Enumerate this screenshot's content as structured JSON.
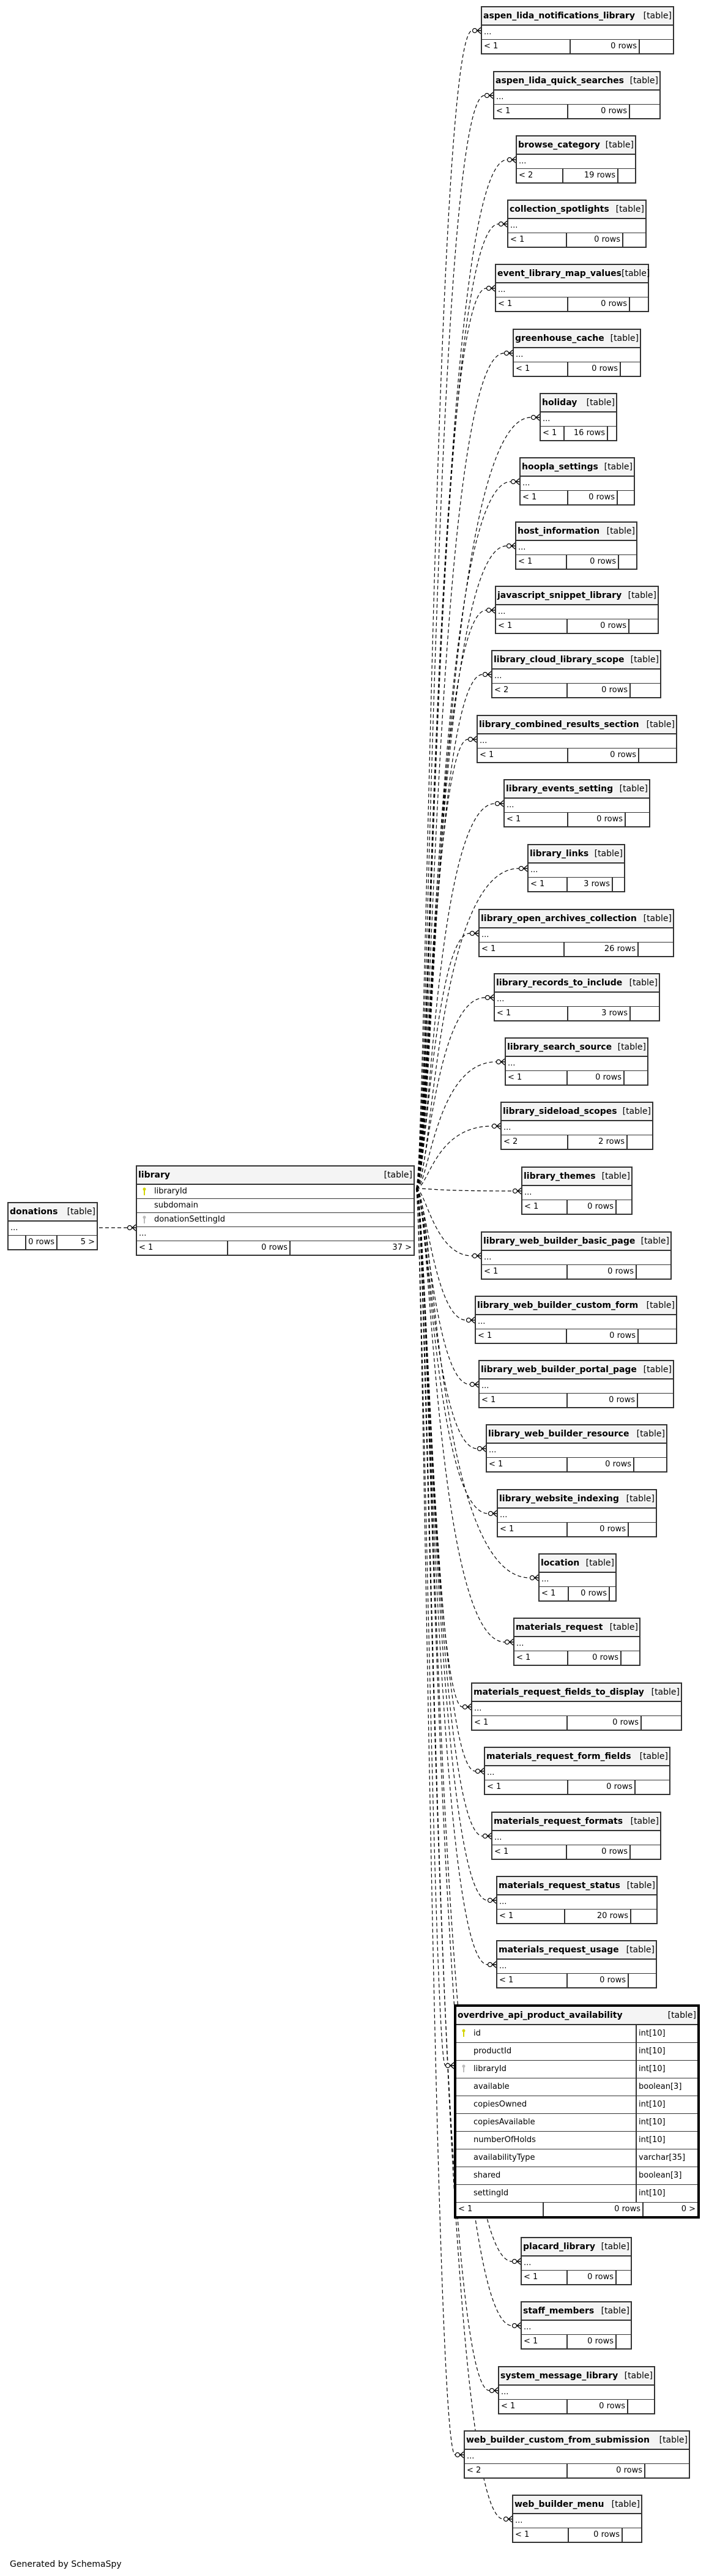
{
  "footer": "Generated by SchemaSpy",
  "labels": {
    "table_tag": "[table]",
    "ellipsis": "..."
  },
  "colors": {
    "primary_key": "#d4d400",
    "foreign_key": "#bbbbbb",
    "header_bg": "#f4f4f4",
    "border": "#333333"
  },
  "focus_table": {
    "name": "overdrive_api_product_availability",
    "columns": [
      {
        "name": "id",
        "type": "int[10]",
        "key": "primary"
      },
      {
        "name": "productId",
        "type": "int[10]",
        "key": ""
      },
      {
        "name": "libraryId",
        "type": "int[10]",
        "key": "foreign"
      },
      {
        "name": "available",
        "type": "boolean[3]",
        "key": ""
      },
      {
        "name": "copiesOwned",
        "type": "int[10]",
        "key": ""
      },
      {
        "name": "copiesAvailable",
        "type": "int[10]",
        "key": ""
      },
      {
        "name": "numberOfHolds",
        "type": "int[10]",
        "key": ""
      },
      {
        "name": "availabilityType",
        "type": "varchar[35]",
        "key": ""
      },
      {
        "name": "shared",
        "type": "boolean[3]",
        "key": ""
      },
      {
        "name": "settingId",
        "type": "int[10]",
        "key": ""
      }
    ],
    "parents": "< 1",
    "rows": "0 rows",
    "children": "0 >"
  },
  "library_table": {
    "name": "library",
    "columns": [
      {
        "name": "libraryId",
        "key": "primary"
      },
      {
        "name": "subdomain",
        "key": ""
      },
      {
        "name": "donationSettingId",
        "key": "foreign"
      }
    ],
    "parents": "< 1",
    "rows": "0 rows",
    "children": "37 >"
  },
  "donations_table": {
    "name": "donations",
    "parents": "",
    "rows": "0 rows",
    "children": "5 >"
  },
  "child_tables": [
    {
      "name": "aspen_lida_notifications_library",
      "parents": "< 1",
      "rows": "0 rows"
    },
    {
      "name": "aspen_lida_quick_searches",
      "parents": "< 1",
      "rows": "0 rows"
    },
    {
      "name": "browse_category",
      "parents": "< 2",
      "rows": "19 rows"
    },
    {
      "name": "collection_spotlights",
      "parents": "< 1",
      "rows": "0 rows"
    },
    {
      "name": "event_library_map_values",
      "parents": "< 1",
      "rows": "0 rows"
    },
    {
      "name": "greenhouse_cache",
      "parents": "< 1",
      "rows": "0 rows"
    },
    {
      "name": "holiday",
      "parents": "< 1",
      "rows": "16 rows"
    },
    {
      "name": "hoopla_settings",
      "parents": "< 1",
      "rows": "0 rows"
    },
    {
      "name": "host_information",
      "parents": "< 1",
      "rows": "0 rows"
    },
    {
      "name": "javascript_snippet_library",
      "parents": "< 1",
      "rows": "0 rows"
    },
    {
      "name": "library_cloud_library_scope",
      "parents": "< 2",
      "rows": "0 rows"
    },
    {
      "name": "library_combined_results_section",
      "parents": "< 1",
      "rows": "0 rows"
    },
    {
      "name": "library_events_setting",
      "parents": "< 1",
      "rows": "0 rows"
    },
    {
      "name": "library_links",
      "parents": "< 1",
      "rows": "3 rows"
    },
    {
      "name": "library_open_archives_collection",
      "parents": "< 1",
      "rows": "26 rows"
    },
    {
      "name": "library_records_to_include",
      "parents": "< 1",
      "rows": "3 rows"
    },
    {
      "name": "library_search_source",
      "parents": "< 1",
      "rows": "0 rows"
    },
    {
      "name": "library_sideload_scopes",
      "parents": "< 2",
      "rows": "2 rows"
    },
    {
      "name": "library_themes",
      "parents": "< 1",
      "rows": "0 rows"
    },
    {
      "name": "library_web_builder_basic_page",
      "parents": "< 1",
      "rows": "0 rows"
    },
    {
      "name": "library_web_builder_custom_form",
      "parents": "< 1",
      "rows": "0 rows"
    },
    {
      "name": "library_web_builder_portal_page",
      "parents": "< 1",
      "rows": "0 rows"
    },
    {
      "name": "library_web_builder_resource",
      "parents": "< 1",
      "rows": "0 rows"
    },
    {
      "name": "library_website_indexing",
      "parents": "< 1",
      "rows": "0 rows"
    },
    {
      "name": "location",
      "parents": "< 1",
      "rows": "0 rows"
    },
    {
      "name": "materials_request",
      "parents": "< 1",
      "rows": "0 rows"
    },
    {
      "name": "materials_request_fields_to_display",
      "parents": "< 1",
      "rows": "0 rows"
    },
    {
      "name": "materials_request_form_fields",
      "parents": "< 1",
      "rows": "0 rows"
    },
    {
      "name": "materials_request_formats",
      "parents": "< 1",
      "rows": "0 rows"
    },
    {
      "name": "materials_request_status",
      "parents": "< 1",
      "rows": "20 rows"
    },
    {
      "name": "materials_request_usage",
      "parents": "< 1",
      "rows": "0 rows"
    },
    {
      "name": "placard_library",
      "parents": "< 1",
      "rows": "0 rows"
    },
    {
      "name": "staff_members",
      "parents": "< 1",
      "rows": "0 rows"
    },
    {
      "name": "system_message_library",
      "parents": "< 1",
      "rows": "0 rows"
    },
    {
      "name": "web_builder_custom_from_submission",
      "parents": "< 2",
      "rows": "0 rows"
    },
    {
      "name": "web_builder_menu",
      "parents": "< 1",
      "rows": "0 rows"
    }
  ]
}
